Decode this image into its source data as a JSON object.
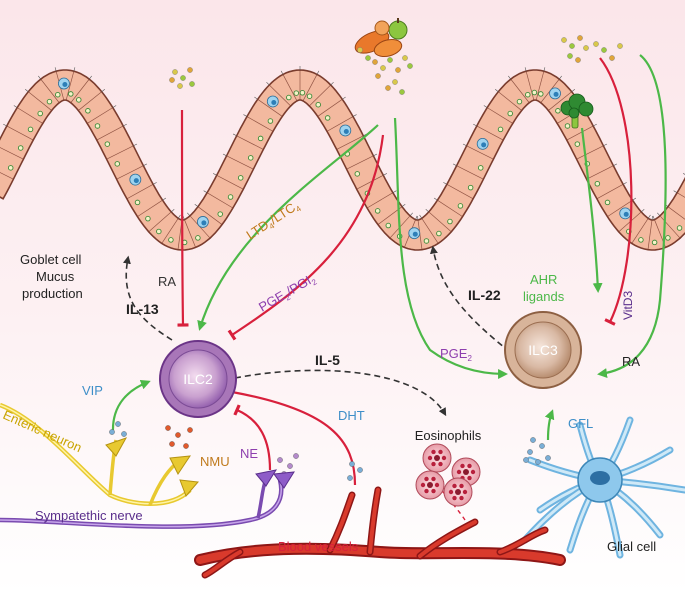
{
  "title": "Nutrients",
  "labels": {
    "goblet_line1": "Goblet cell",
    "goblet_line2": "Mucus",
    "goblet_line3": "production",
    "ra_left": "RA",
    "il13": "IL-13",
    "ltd_main": "LTD",
    "ltd_sub1": "4",
    "ltd_mid": "/LTC",
    "ltd_sub2": "4",
    "pge_main": "PGE",
    "pge_sub1": "2",
    "pge_mid": "/PGI",
    "pge_sub2": "2",
    "il22": "IL-22",
    "ahr_line1": "AHR",
    "ahr_line2": "ligands",
    "vitd3": "VitD3",
    "ra_right": "RA",
    "ilc2": "ILC2",
    "ilc3": "ILC3",
    "il5": "IL-5",
    "pge2_main": "PGE",
    "pge2_sub": "2",
    "vip": "VIP",
    "nmu": "NMU",
    "ne": "NE",
    "dht": "DHT",
    "eosinophils": "Eosinophils",
    "gfl": "GFL",
    "enteric_neuron": "Enteric neuron",
    "sympathetic_nerve": "Sympatethic nerve",
    "blood_vessels": "Blood vessels",
    "glial_cell": "Glial cell"
  },
  "colors": {
    "green": "#4cb848",
    "red": "#d8203c",
    "purple": "#8e3fae",
    "orange": "#c07a1c",
    "blue": "#3f8fc8",
    "dark": "#222222",
    "epithelium": "#f1b69b",
    "vessel": "#c62828"
  },
  "icons": [
    "food-nutrients-icon",
    "broccoli-icon",
    "eosinophil-cells-icon",
    "glial-cell-icon",
    "blood-vessel-icon"
  ]
}
